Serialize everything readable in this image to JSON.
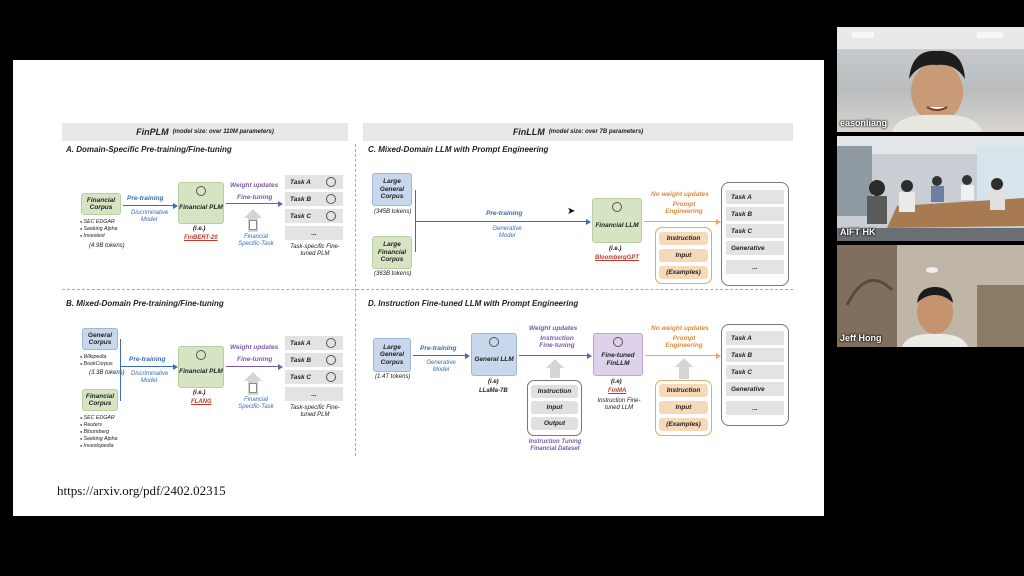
{
  "slide": {
    "finplm_header": "FinPLM",
    "finplm_header_sub": "(model size: over 110M parameters)",
    "finllm_header": "FinLLM",
    "finllm_header_sub": "(model size: over 7B parameters)",
    "sec_a": "A. Domain-Specific Pre-training/Fine-tuning",
    "sec_b": "B. Mixed-Domain Pre-training/Fine-tuning",
    "sec_c": "C. Mixed-Domain LLM with Prompt Engineering",
    "sec_d": "D. Instruction Fine-tuned LLM with Prompt Engineering",
    "url": "https://arxiv.org/pdf/2402.02315"
  },
  "a": {
    "corpus": "Financial Corpus",
    "sources": [
      "SEC EDGAR",
      "Seeking Alpha",
      "Investext"
    ],
    "tokens": "(4.9B tokens)",
    "pretraining": "Pre-training",
    "disc_model": "Discriminative Model",
    "plm": "Financial PLM",
    "ie": "(i.e.)",
    "model_name": "FinBERT-20",
    "weight_updates": "Weight updates",
    "finetuning": "Fine-tuning",
    "specific_task": "Financial Specific-Task",
    "tasks": [
      "Task A",
      "Task B",
      "Task C",
      "..."
    ],
    "task_caption": "Task-specific Fine-tuned PLM"
  },
  "b": {
    "general_corpus": "General Corpus",
    "general_sources": [
      "Wikipedia",
      "BookCorpus"
    ],
    "general_tokens": "(3.3B tokens)",
    "fin_corpus": "Financial Corpus",
    "fin_sources": [
      "SEC EDGAR",
      "Reuters",
      "Bloomberg",
      "Seeking Alpha",
      "Investopedia"
    ],
    "pretraining": "Pre-training",
    "disc_model": "Discriminative Model",
    "plm": "Financial PLM",
    "ie": "(i.e.)",
    "model_name": "FLANG",
    "weight_updates": "Weight updates",
    "finetuning": "Fine-tuning",
    "specific_task": "Financial Specific-Task",
    "tasks": [
      "Task A",
      "Task B",
      "Task C",
      "..."
    ],
    "task_caption": "Task-specific Fine-tuned PLM"
  },
  "c": {
    "large_general": "Large General Corpus",
    "general_tokens": "(345B tokens)",
    "large_fin": "Large Financial Corpus",
    "fin_tokens": "(363B tokens)",
    "pretraining": "Pre-training",
    "gen_model": "Generative Model",
    "llm": "Financial LLM",
    "ie": "(i.e.)",
    "model_name": "BloombergGPT",
    "no_weight": "No weight updates",
    "prompt_eng": "Prompt Engineering",
    "prompt_items": [
      "Instruction",
      "Input",
      "(Examples)"
    ],
    "tasks": [
      "Task A",
      "Task B",
      "Task C",
      "Generative",
      "..."
    ]
  },
  "d": {
    "large_general": "Large General Corpus",
    "tokens": "(1.4T tokens)",
    "pretraining": "Pre-training",
    "gen_model": "Generative Model",
    "general_llm": "General LLM",
    "ie1": "(i.e)",
    "model1": "LLaMa-7B",
    "weight_updates": "Weight updates",
    "instr_ft": "Instruction Fine-tuning",
    "dataset_items": [
      "Instruction",
      "Input",
      "Output"
    ],
    "dataset_caption": "Instruction Tuning Financial Dataset",
    "ft_llm": "Fine-tuned FinLLM",
    "ie2": "(i.e)",
    "model2": "FinMA",
    "model2_caption": "Instruction Fine-tuned LLM",
    "no_weight": "No weight updates",
    "prompt_eng": "Prompt Engineering",
    "prompt_items": [
      "Instruction",
      "Input",
      "(Examples)"
    ],
    "tasks": [
      "Task A",
      "Task B",
      "Task C",
      "Generative",
      "..."
    ]
  },
  "participants": [
    {
      "name": "easonliang"
    },
    {
      "name": "AIFT HK"
    },
    {
      "name": "Jeff Hong"
    }
  ],
  "colors": {
    "background": "#000000",
    "accent_blue": "#3a6db5",
    "accent_purple": "#7b5aa6",
    "accent_orange": "#e08a3c",
    "model_red": "#c0392b"
  }
}
